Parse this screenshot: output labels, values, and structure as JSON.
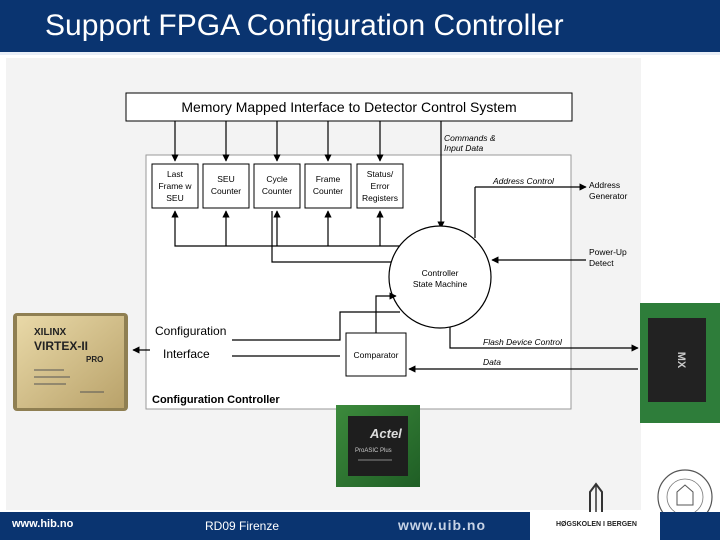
{
  "slide": {
    "title": "Support FPGA Configuration Controller"
  },
  "diagram": {
    "memory_interface": "Memory Mapped Interface to Detector Control System",
    "commands_line1": "Commands &",
    "commands_line2": "Input Data",
    "registers": [
      {
        "lines": [
          "Last",
          "Frame w",
          "SEU"
        ]
      },
      {
        "lines": [
          "SEU",
          "Counter"
        ]
      },
      {
        "lines": [
          "Cycle",
          "Counter"
        ]
      },
      {
        "lines": [
          "Frame",
          "Counter"
        ]
      },
      {
        "lines": [
          "Status/",
          "Error",
          "Registers"
        ]
      }
    ],
    "address_control": "Address Control",
    "address_generator_line1": "Address",
    "address_generator_line2": "Generator",
    "powerup_line1": "Power-Up",
    "powerup_line2": "Detect",
    "state_machine_line1": "Controller",
    "state_machine_line2": "State Machine",
    "config_interface_line1": "Configuration",
    "config_interface_line2": "Interface",
    "comparator": "Comparator",
    "flash_device_control": "Flash Device Control",
    "data_label": "Data",
    "config_controller": "Configuration Controller"
  },
  "chips": {
    "virtex_brand": "XILINX",
    "virtex_model": "VIRTEX-II",
    "virtex_sub": "PRO",
    "actel_brand": "Actel",
    "actel_model": "ProASIC Plus",
    "flash_brand": "MX"
  },
  "footer": {
    "left": "www.hib.no",
    "center": "RD09 Firenze",
    "uib": "www.uib.no",
    "hib_name": "HØGSKOLEN I BERGEN"
  },
  "colors": {
    "header_bg": "#0a3470",
    "footer_bg": "#0a3470"
  }
}
